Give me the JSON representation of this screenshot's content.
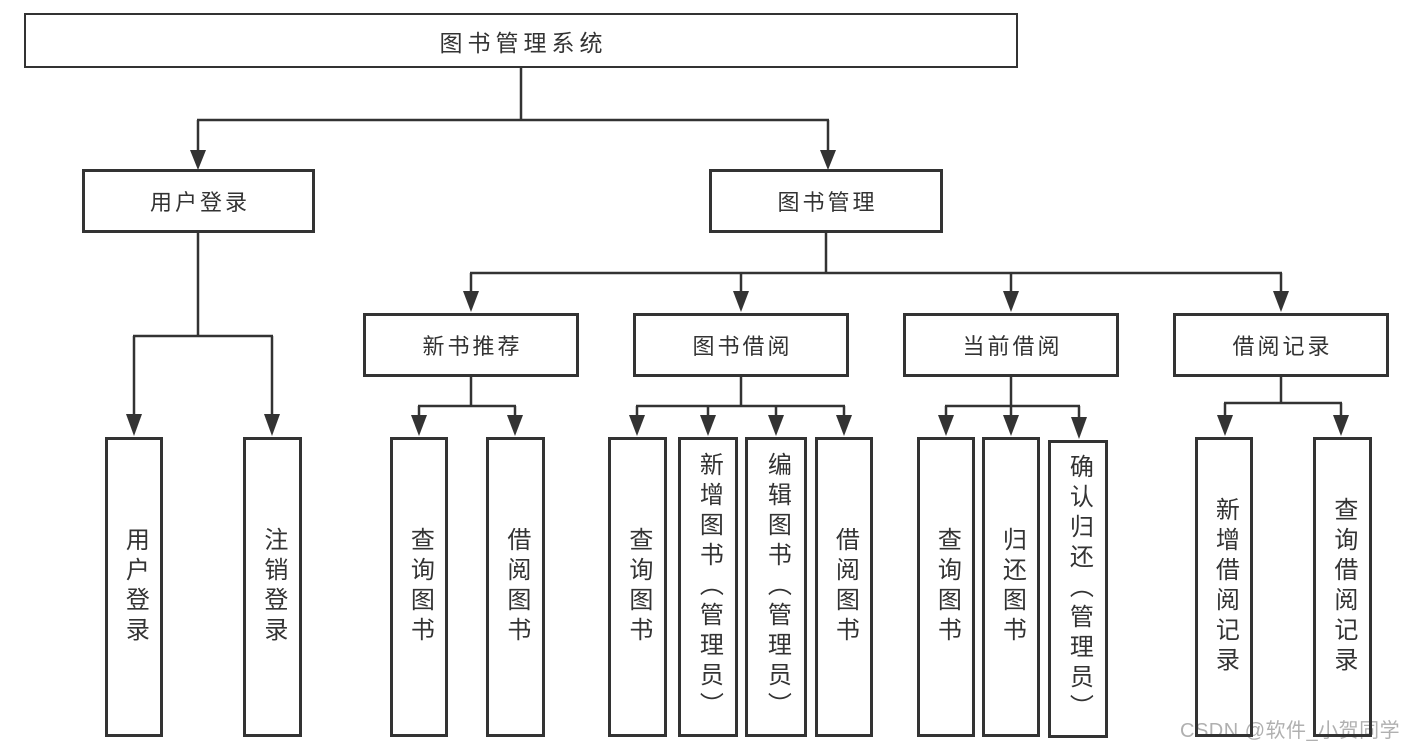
{
  "root": {
    "label": "图书管理系统"
  },
  "user_branch": {
    "label": "用户登录",
    "leaves": [
      {
        "label": "用户登录"
      },
      {
        "label": "注销登录"
      }
    ]
  },
  "book_branch": {
    "label": "图书管理",
    "groups": [
      {
        "label": "新书推荐",
        "leaves": [
          {
            "label": "查询图书"
          },
          {
            "label": "借阅图书"
          }
        ]
      },
      {
        "label": "图书借阅",
        "leaves": [
          {
            "label": "查询图书"
          },
          {
            "label": "新增图书（管理员）"
          },
          {
            "label": "编辑图书（管理员）"
          },
          {
            "label": "借阅图书"
          }
        ]
      },
      {
        "label": "当前借阅",
        "leaves": [
          {
            "label": "查询图书"
          },
          {
            "label": "归还图书"
          },
          {
            "label": "确认归还（管理员）"
          }
        ]
      },
      {
        "label": "借阅记录",
        "leaves": [
          {
            "label": "新增借阅记录"
          },
          {
            "label": "查询借阅记录"
          }
        ]
      }
    ]
  },
  "watermark": {
    "text": "CSDN @软件_小贺同学"
  },
  "colors": {
    "line": "#333333",
    "border": "#333333",
    "text": "#333333",
    "box_background": "#ffffff",
    "page_background": "#ffffff",
    "watermark": "#b0b0b0"
  }
}
